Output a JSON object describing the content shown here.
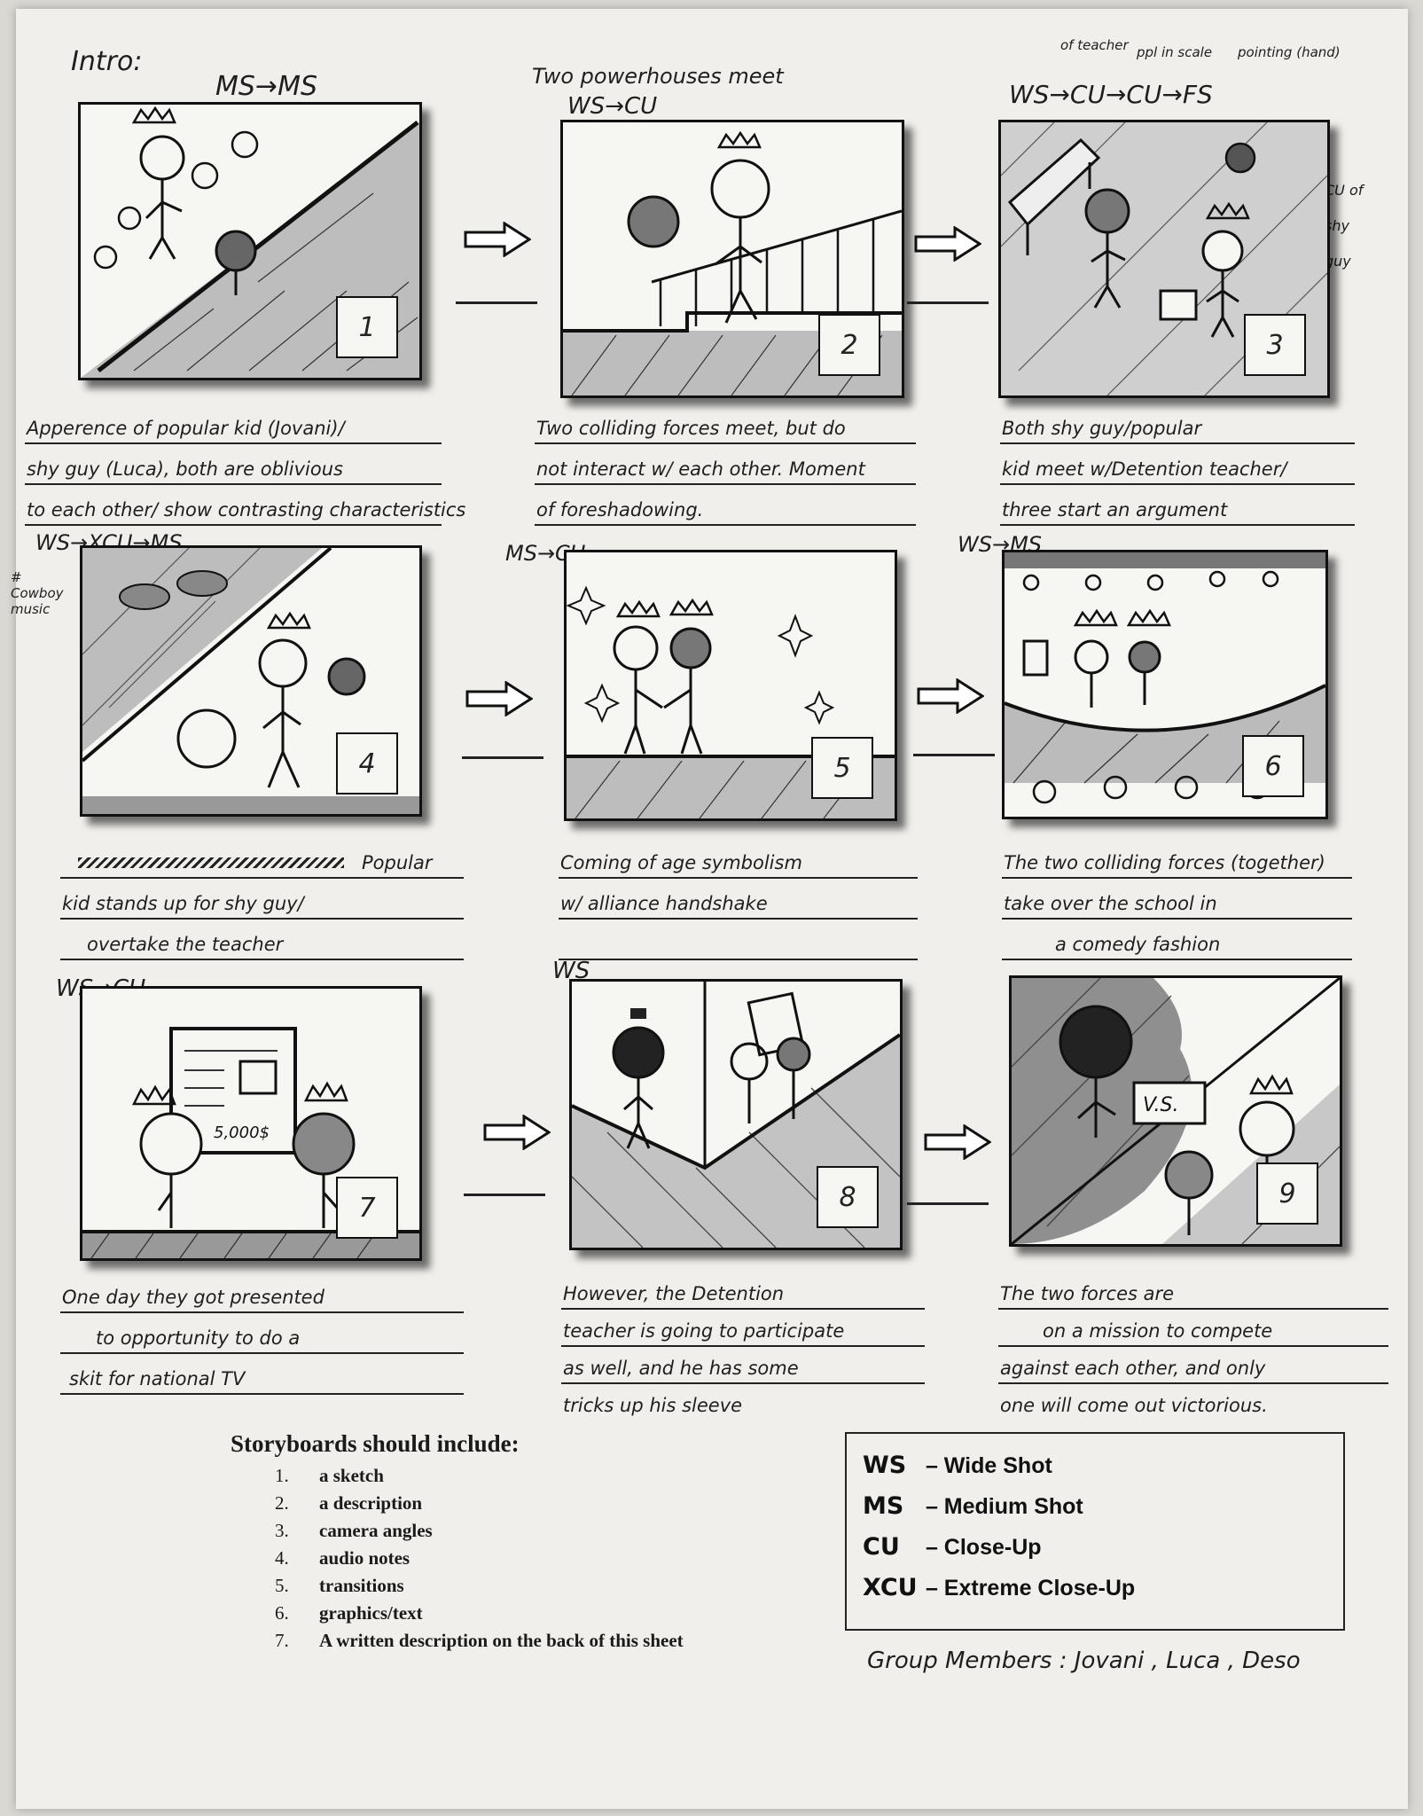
{
  "header": {
    "intro": "Intro:",
    "panel1_shot": "MS→MS",
    "panel2_title": "Two powerhouses meet",
    "panel2_shot": "WS→CU",
    "panel3_shot": "WS→CU→CU→FS",
    "panel3_notes": [
      "of teacher",
      "ppl in scale",
      "pointing (hand)",
      "CU of shy guy"
    ],
    "panel4_shot": "WS→XCU→MS",
    "panel4_audio": "# Cowboy music",
    "panel5_shot": "MS→CU",
    "panel6_shot": "WS→MS",
    "panel7_shot": "WS→CU",
    "panel8_shot": "WS"
  },
  "panels": [
    {
      "number": "1",
      "description": [
        "Apperence of popular kid (Jovani)/",
        "shy guy (Luca), both are oblivious",
        "to each other/ show contrasting characteristics"
      ]
    },
    {
      "number": "2",
      "description": [
        "Two colliding forces meet, but do",
        "not interact w/ each other. Moment",
        "of foreshadowing."
      ]
    },
    {
      "number": "3",
      "description": [
        "Both shy guy/popular",
        "kid meet w/Detention teacher/",
        "three start an argument"
      ]
    },
    {
      "number": "4",
      "description": [
        "Popular",
        "kid stands up for shy guy/",
        "overtake the teacher"
      ]
    },
    {
      "number": "5",
      "description": [
        "Coming of age symbolism",
        "w/ alliance handshake",
        ""
      ]
    },
    {
      "number": "6",
      "description": [
        "The two colliding forces (together)",
        "take over the school in",
        "a comedy fashion"
      ]
    },
    {
      "number": "7",
      "description": [
        "One day they got presented",
        "to opportunity to do a",
        "skit for national TV"
      ]
    },
    {
      "number": "8",
      "description": [
        "However, the Detention",
        "teacher is going to participate",
        "as well, and he has some",
        "tricks up his sleeve"
      ]
    },
    {
      "number": "9",
      "description": [
        "The two forces are",
        "on a mission to compete",
        "against each other, and only",
        "one will come out victorious."
      ]
    }
  ],
  "panel_texts": {
    "poster_value": "5,000$",
    "versus": "V.S."
  },
  "requirements": {
    "title": "Storyboards should include:",
    "items": [
      {
        "n": "1.",
        "text": "a sketch"
      },
      {
        "n": "2.",
        "text": "a description"
      },
      {
        "n": "3.",
        "text": "camera angles"
      },
      {
        "n": "4.",
        "text": "audio notes"
      },
      {
        "n": "5.",
        "text": "transitions"
      },
      {
        "n": "6.",
        "text": "graphics/text"
      },
      {
        "n": "7.",
        "text": "A written description on the back of this sheet"
      }
    ]
  },
  "legend": [
    {
      "abbr": "WS",
      "text": "– Wide Shot"
    },
    {
      "abbr": "MS",
      "text": "– Medium Shot"
    },
    {
      "abbr": "CU",
      "text": "– Close-Up"
    },
    {
      "abbr": "XCU",
      "text": "– Extreme Close-Up"
    }
  ],
  "group_members": "Group Members : Jovani , Luca , Deso"
}
